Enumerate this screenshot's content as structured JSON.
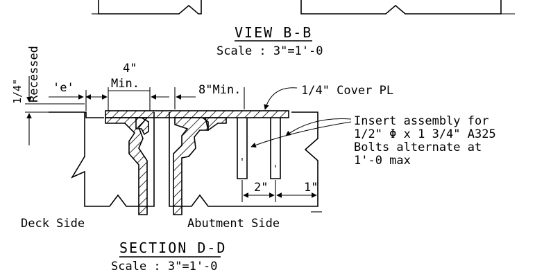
{
  "view_bb": {
    "title": "VIEW B-B",
    "scale": "Scale : 3\"=1'-0"
  },
  "section_dd": {
    "title": "SECTION D-D",
    "scale": "Scale : 3\"=1'-0"
  },
  "dimensions": {
    "recessed_label": "Recessed",
    "recess_value": "1/4\"",
    "e_label": "'e'",
    "four_in": "4\"",
    "min_label": "Min.",
    "eight_min": "8\"Min.",
    "two_in": "2\"",
    "one_in": "1\""
  },
  "callouts": {
    "cover_plate": "1/4\" Cover PL",
    "insert_line1": "Insert assembly for",
    "insert_line2": "1/2\" Φ x 1 3/4\" A325",
    "insert_line3": "Bolts alternate at",
    "insert_line4": "1'-0 max"
  },
  "side_labels": {
    "deck": "Deck Side",
    "abutment": "Abutment Side"
  }
}
